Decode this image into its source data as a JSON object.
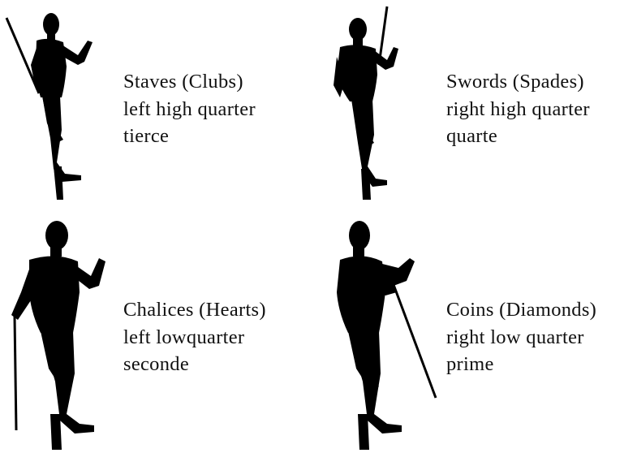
{
  "figures": [
    {
      "id": "staves",
      "suit": "Staves (Clubs)",
      "position": "left high quarter",
      "guard": "tierce"
    },
    {
      "id": "swords",
      "suit": "Swords (Spades)",
      "position": "right high quarter",
      "guard": "quarte"
    },
    {
      "id": "chalices",
      "suit": "Chalices (Hearts)",
      "position": "left lowquarter",
      "guard": "seconde"
    },
    {
      "id": "coins",
      "suit": "Coins (Diamonds)",
      "position": "right low quarter",
      "guard": "prime"
    }
  ],
  "colors": {
    "silhouette": "#000000",
    "text": "#111111",
    "background": "#ffffff"
  }
}
